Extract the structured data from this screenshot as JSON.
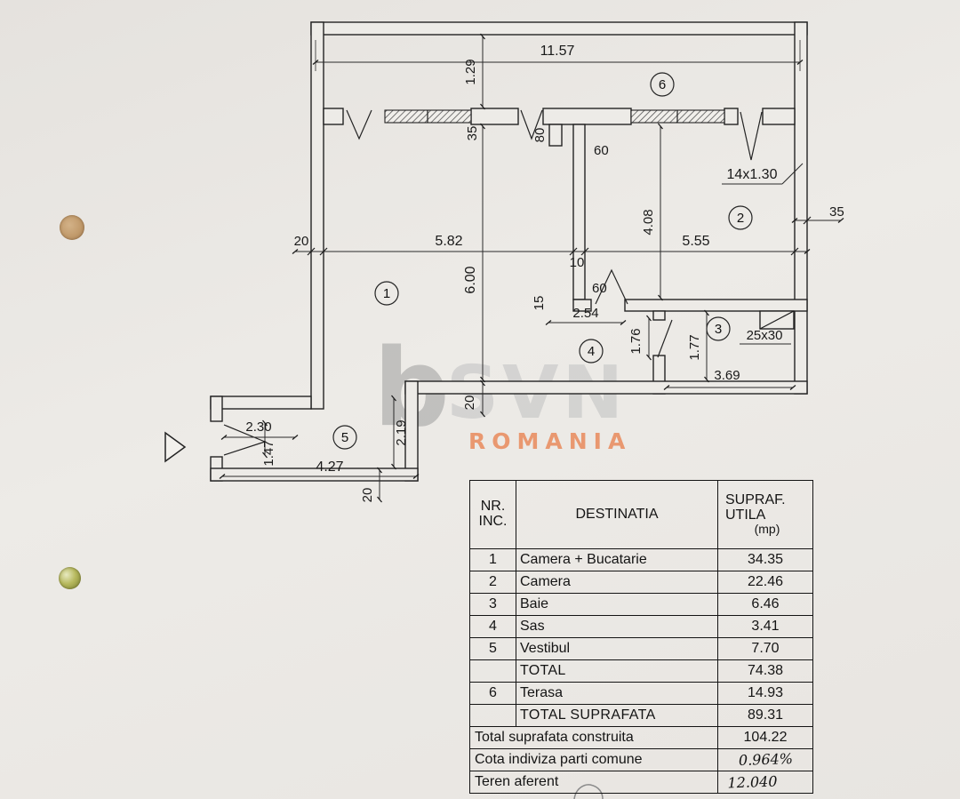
{
  "watermark": {
    "logo": "b",
    "brand": "SVN",
    "country": "ROMANIA"
  },
  "plan": {
    "rooms": {
      "r1": "1",
      "r2": "2",
      "r3": "3",
      "r4": "4",
      "r5": "5",
      "r6": "6"
    },
    "dims": {
      "total_width": "11.57",
      "terrace_depth": "1.29",
      "wall35_top": "35",
      "pier80": "80",
      "top60": "60",
      "stairs": "14x1.30",
      "room2_height": "4.08",
      "right35": "35",
      "left20": "20",
      "room1_width": "5.82",
      "room2_width": "5.55",
      "mid10": "10",
      "room1_height": "6.00",
      "mid15": "15",
      "mid60": "60",
      "sas_width": "2.54",
      "sas_height": "1.76",
      "baie_height": "1.77",
      "shaft": "25x30",
      "baie_width": "3.69",
      "mid20": "20",
      "entry_width": "2.30",
      "vestibul_height": "2.19",
      "door_width": "1.47",
      "vestibul_width": "4.27",
      "bottom20": "20"
    }
  },
  "table": {
    "header": {
      "nr": "NR.",
      "inc": "INC.",
      "destinatia": "DESTINATIA",
      "supraf": "SUPRAF.",
      "utila": "UTILA",
      "mp": "(mp)"
    },
    "rows": [
      {
        "nr": "1",
        "dest": "Camera + Bucatarie",
        "val": "34.35"
      },
      {
        "nr": "2",
        "dest": "Camera",
        "val": "22.46"
      },
      {
        "nr": "3",
        "dest": "Baie",
        "val": "6.46"
      },
      {
        "nr": "4",
        "dest": "Sas",
        "val": "3.41"
      },
      {
        "nr": "5",
        "dest": "Vestibul",
        "val": "7.70"
      },
      {
        "nr": "",
        "dest": "TOTAL",
        "val": "74.38"
      },
      {
        "nr": "6",
        "dest": "Terasa",
        "val": "14.93"
      },
      {
        "nr": "",
        "dest": "TOTAL SUPRAFATA",
        "val": "89.31"
      }
    ],
    "footer_rows": [
      {
        "label": "Total suprafata construita",
        "val": "104.22"
      },
      {
        "label": "Cota indiviza parti comune",
        "val": "0.964%"
      },
      {
        "label": "Teren aferent",
        "val": "12.040"
      }
    ]
  }
}
